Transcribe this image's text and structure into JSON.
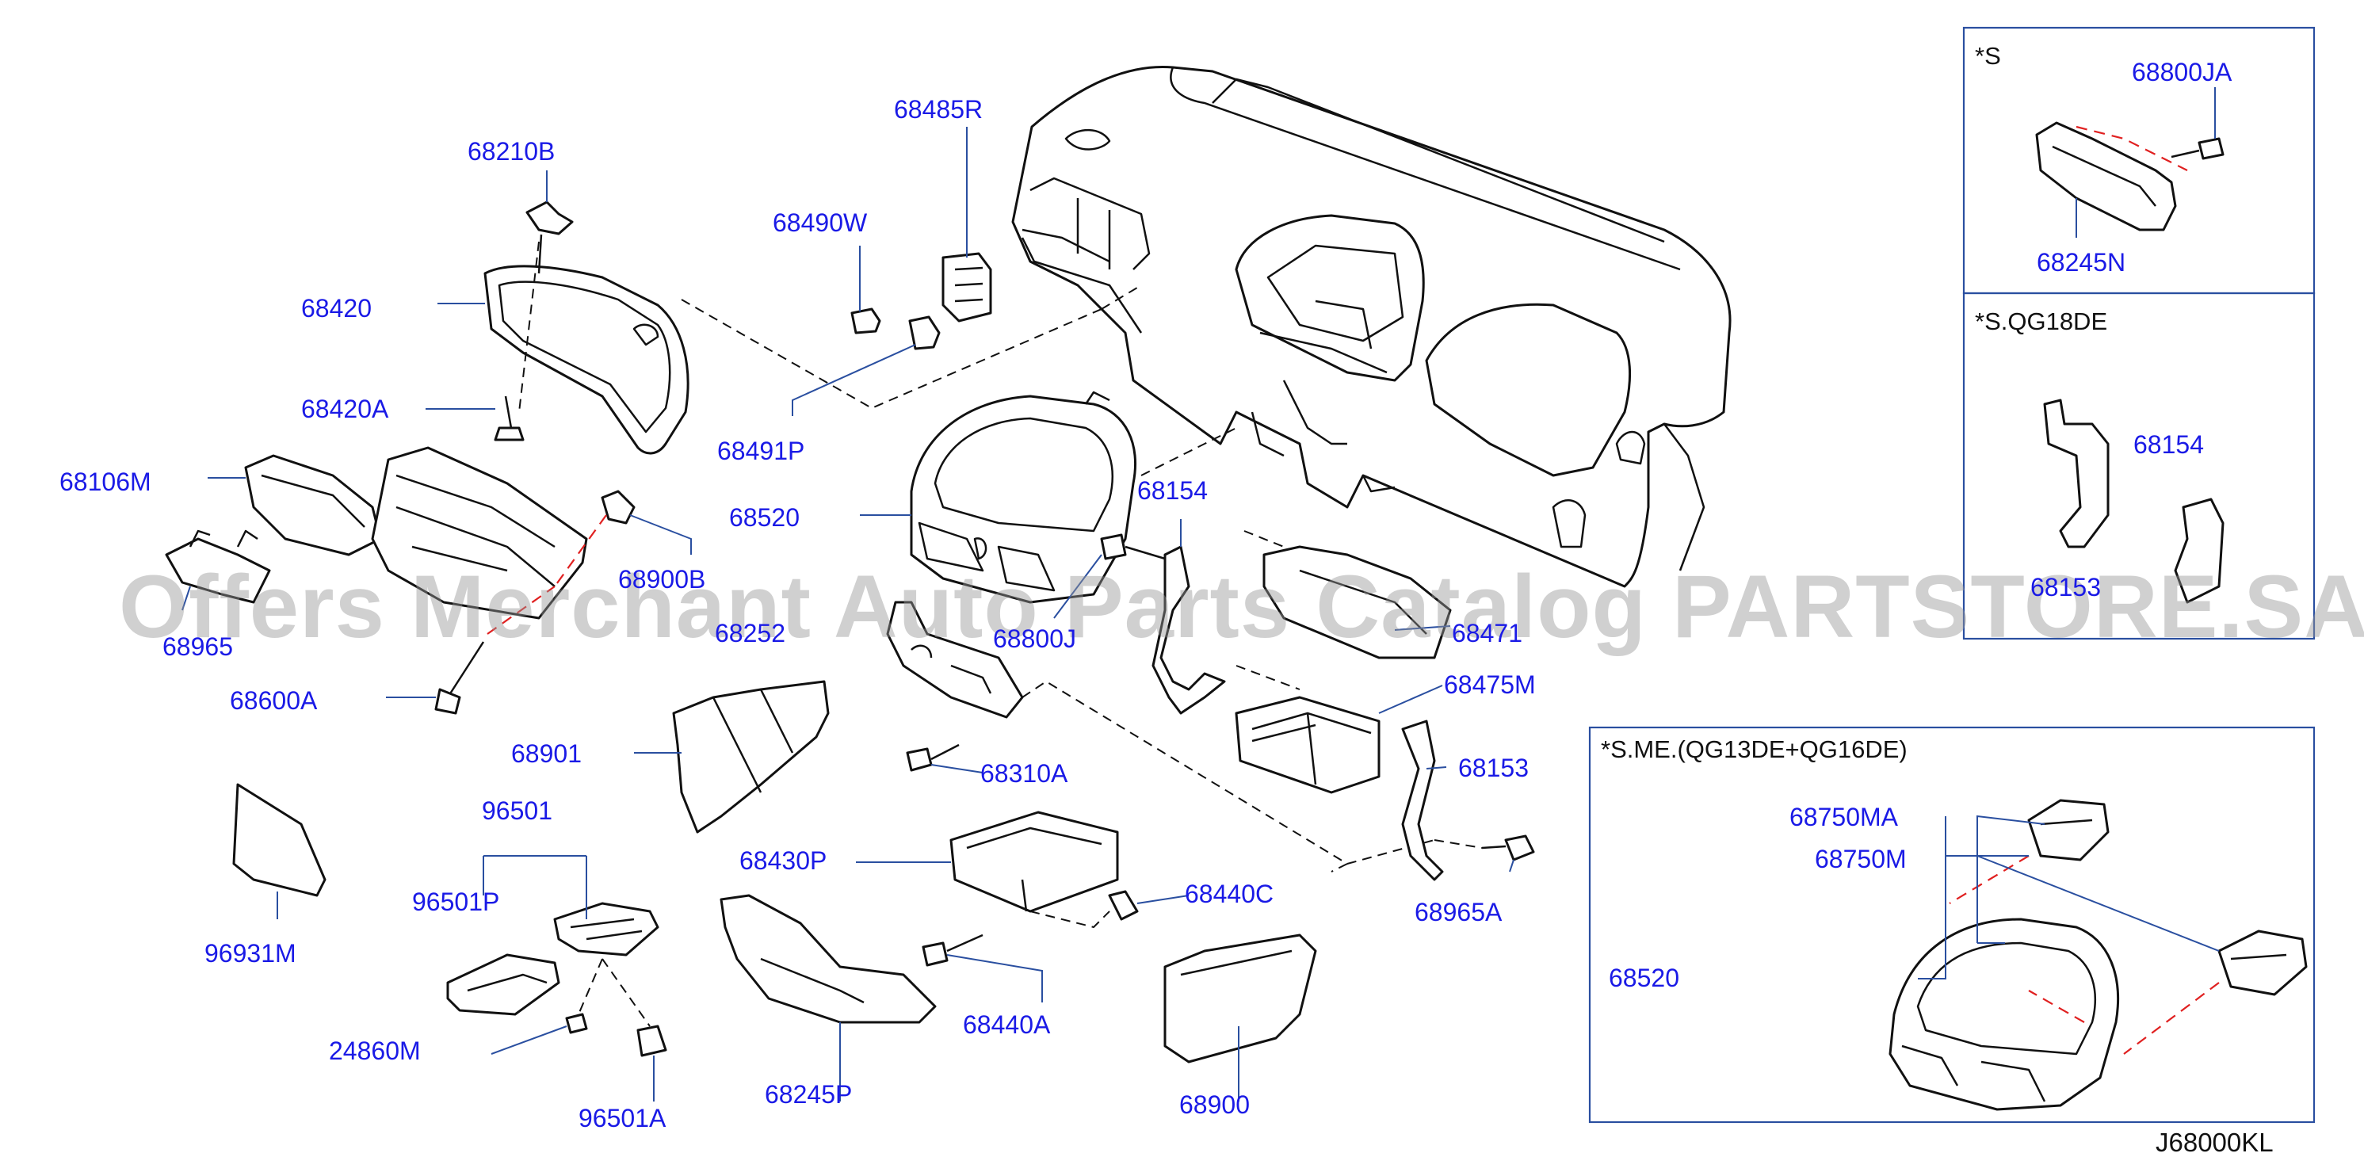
{
  "watermark": "Offers Merchant Auto Parts Catalog PARTSTORE.SA",
  "diagram_code": "J68000KL",
  "insets": [
    {
      "title": "*S",
      "parts": [
        "68800JA",
        "68245N"
      ]
    },
    {
      "title": "*S.QG18DE",
      "parts": [
        "68154",
        "68153"
      ]
    },
    {
      "title": "*S.ME.(QG13DE+QG16DE)",
      "parts": [
        "68750MA",
        "68750M",
        "68520"
      ]
    }
  ],
  "parts": [
    "68210B",
    "68420",
    "68420A",
    "68106M",
    "68900B",
    "68965",
    "68600A",
    "68485R",
    "68490W",
    "68491P",
    "68520",
    "68154",
    "68800J",
    "68252",
    "68471",
    "68475M",
    "68153",
    "68965A",
    "68901",
    "68310A",
    "96501",
    "96501P",
    "96931M",
    "24860M",
    "96501A",
    "68430P",
    "68440C",
    "68440A",
    "68245P",
    "68900"
  ],
  "colors": {
    "label": "#1a1ae6",
    "line": "#111111",
    "dash_red": "#e02020",
    "leader": "#2a4fa0"
  }
}
